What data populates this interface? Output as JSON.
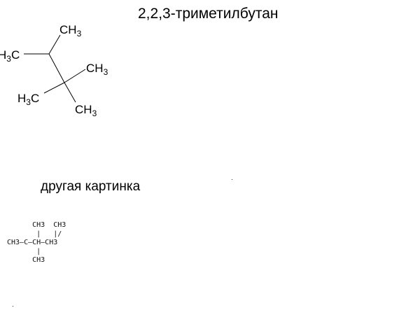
{
  "title": "2,2,3-триметилбутан",
  "subtitle": "другая картинка",
  "skeletal_formula": {
    "labels": {
      "top_ch3": {
        "main": "CH",
        "sub": "3"
      },
      "left_h3c": {
        "pre": "H",
        "sub": "3",
        "post": "C"
      },
      "right_ch3": {
        "main": "CH",
        "sub": "3"
      },
      "lower_left_h3c": {
        "pre": "H",
        "sub": "3",
        "post": "C"
      },
      "bottom_ch3": {
        "main": "CH",
        "sub": "3"
      }
    },
    "line_color": "#000000"
  },
  "condensed_formula": {
    "lines": [
      "      CH3  CH3",
      "       |   | /",
      "CH3-C-CH-CH3",
      "       |",
      "      CH3"
    ],
    "row1": "      CH3  CH3",
    "row2": "       |   |/",
    "row3": "CH3–C–CH–CH3",
    "row4": "       |",
    "row5": "      CH3"
  }
}
